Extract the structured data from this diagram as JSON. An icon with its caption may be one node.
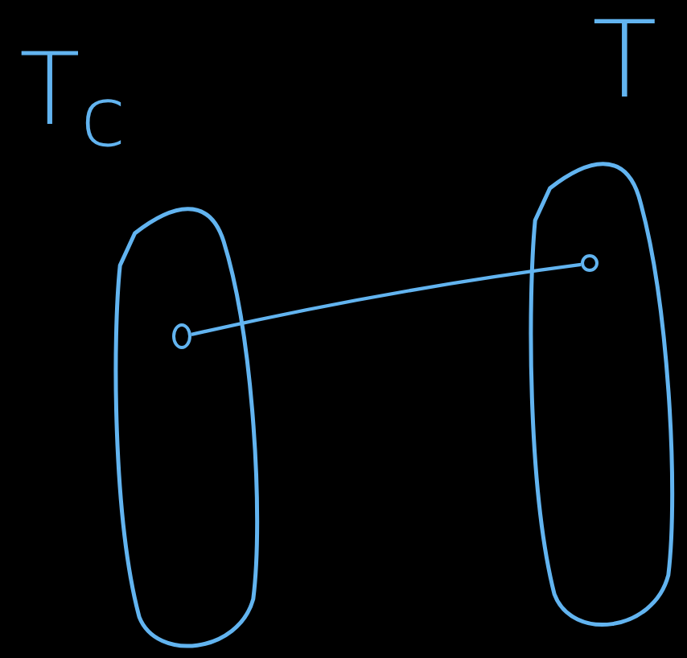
{
  "diagram": {
    "nodes": [
      {
        "text": [
          "T$_{c}$"
        ]
      },
      {
        "text": [
          "T"
        ]
      },
      {
        "text": [],
        "shape": "circle",
        "in": 0
      },
      {
        "text": [],
        "shape": "circle",
        "in": 1
      }
    ],
    "edges": [
      {
        "from": 2,
        "to": 3,
        "arrow": "none"
      }
    ]
  }
}
